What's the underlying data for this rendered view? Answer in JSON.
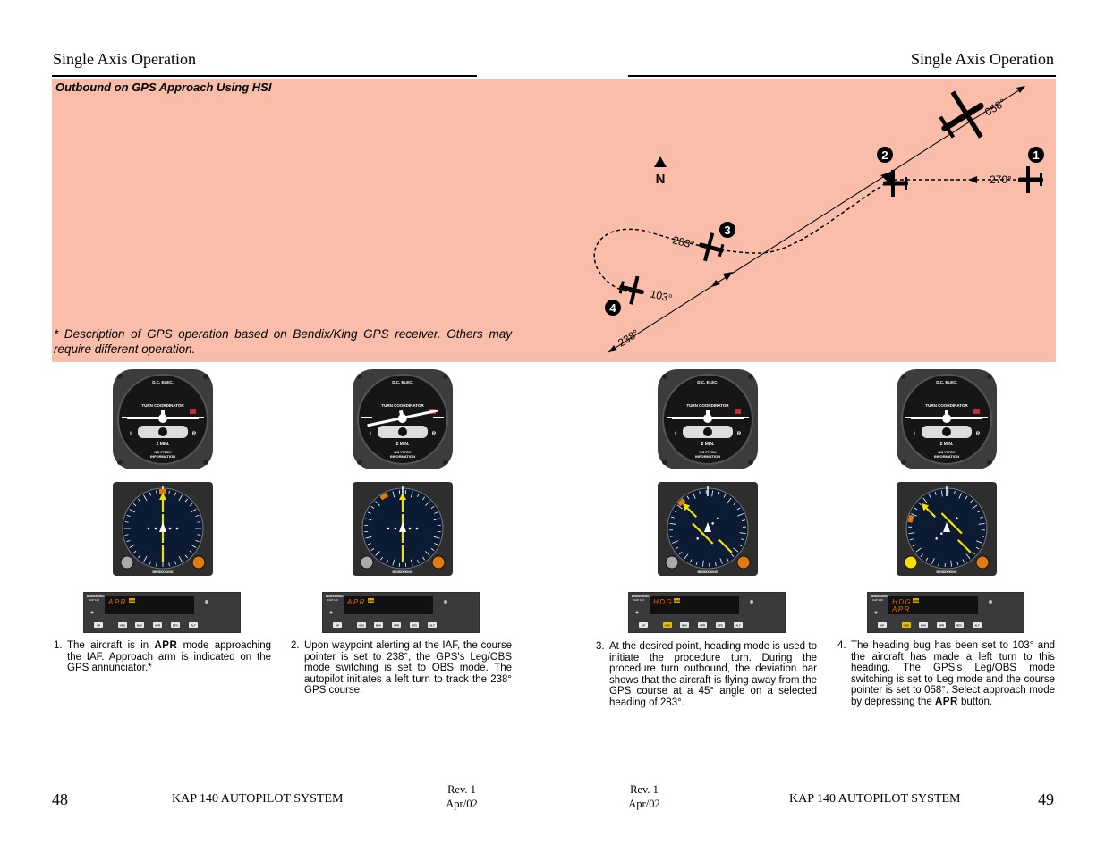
{
  "header": {
    "left_title": "Single Axis Operation",
    "right_title": "Single Axis Operation"
  },
  "band": {
    "title": "Outbound on GPS Approach Using HSI",
    "note": "* Description of GPS operation based on Bendix/King GPS receiver. Others may require different operation."
  },
  "diagram": {
    "north": "N",
    "labels": {
      "c058": "058°",
      "c270": "270°",
      "c283": "283°",
      "c103": "103°",
      "c238": "238°"
    },
    "markers": [
      "1",
      "2",
      "3",
      "4"
    ]
  },
  "instruments": {
    "tc": {
      "top_label": "D.C. ELEC.",
      "title": "TURN COORDINATOR",
      "left": "L",
      "right": "R",
      "min": "2 MIN.",
      "bottom_l1": "NO PITCH",
      "bottom_l2": "INFORMATION"
    },
    "hsi_brand": "BENDIX/KING",
    "ap_brand_l1": "BENDIX/KING",
    "ap_brand_l2": "KAP 140",
    "ap_buttons": [
      "AP",
      "HDG",
      "NAV",
      "APR",
      "REV",
      "ALT"
    ],
    "ap_armed": "ARM",
    "displays": [
      {
        "line1": "APR",
        "line2": ""
      },
      {
        "line1": "APR",
        "line2": ""
      },
      {
        "line1": "HDG",
        "line2": ""
      },
      {
        "line1": "HDG",
        "line2": "APR"
      }
    ]
  },
  "captions": [
    {
      "num": "1.",
      "pre": "The aircraft is in ",
      "mode": "APR",
      "post": " mode approaching the IAF. Approach arm is indicated on the GPS annunciator.*"
    },
    {
      "num": "2.",
      "pre": "Upon waypoint alerting at the IAF, the course pointer is set to 238°, the GPS's Leg/OBS mode switching is set to OBS mode. The autopilot initiates a left turn to track the 238° GPS course.",
      "mode": "",
      "post": ""
    },
    {
      "num": "3.",
      "pre": "At the desired point, heading mode is used to initiate the procedure turn. During the procedure turn outbound, the deviation bar shows that the aircraft is flying away from the GPS course at a 45° angle on a selected heading of 283°.",
      "mode": "",
      "post": ""
    },
    {
      "num": "4.",
      "pre": "The heading bug has been set to 103° and the aircraft has made a left turn to this heading. The GPS's Leg/OBS mode switching is set to Leg mode and the course pointer is set to 058°. Select approach mode by depressing the ",
      "mode": "APR",
      "post": " button."
    }
  ],
  "footer": {
    "left_page": "48",
    "right_page": "49",
    "system_left": "KAP 140 AUTOPILOT SYSTEM",
    "system_right": "KAP 140 AUTOPILOT SYSTEM",
    "rev_left_l1": "Rev. 1",
    "rev_left_l2": "Apr/02",
    "rev_right_l1": "Rev. 1",
    "rev_right_l2": "Apr/02"
  },
  "colors": {
    "band": "#f9bdaa",
    "needle": "#f5e000",
    "display": "#e06a10",
    "panel": "#3a3a3a"
  }
}
